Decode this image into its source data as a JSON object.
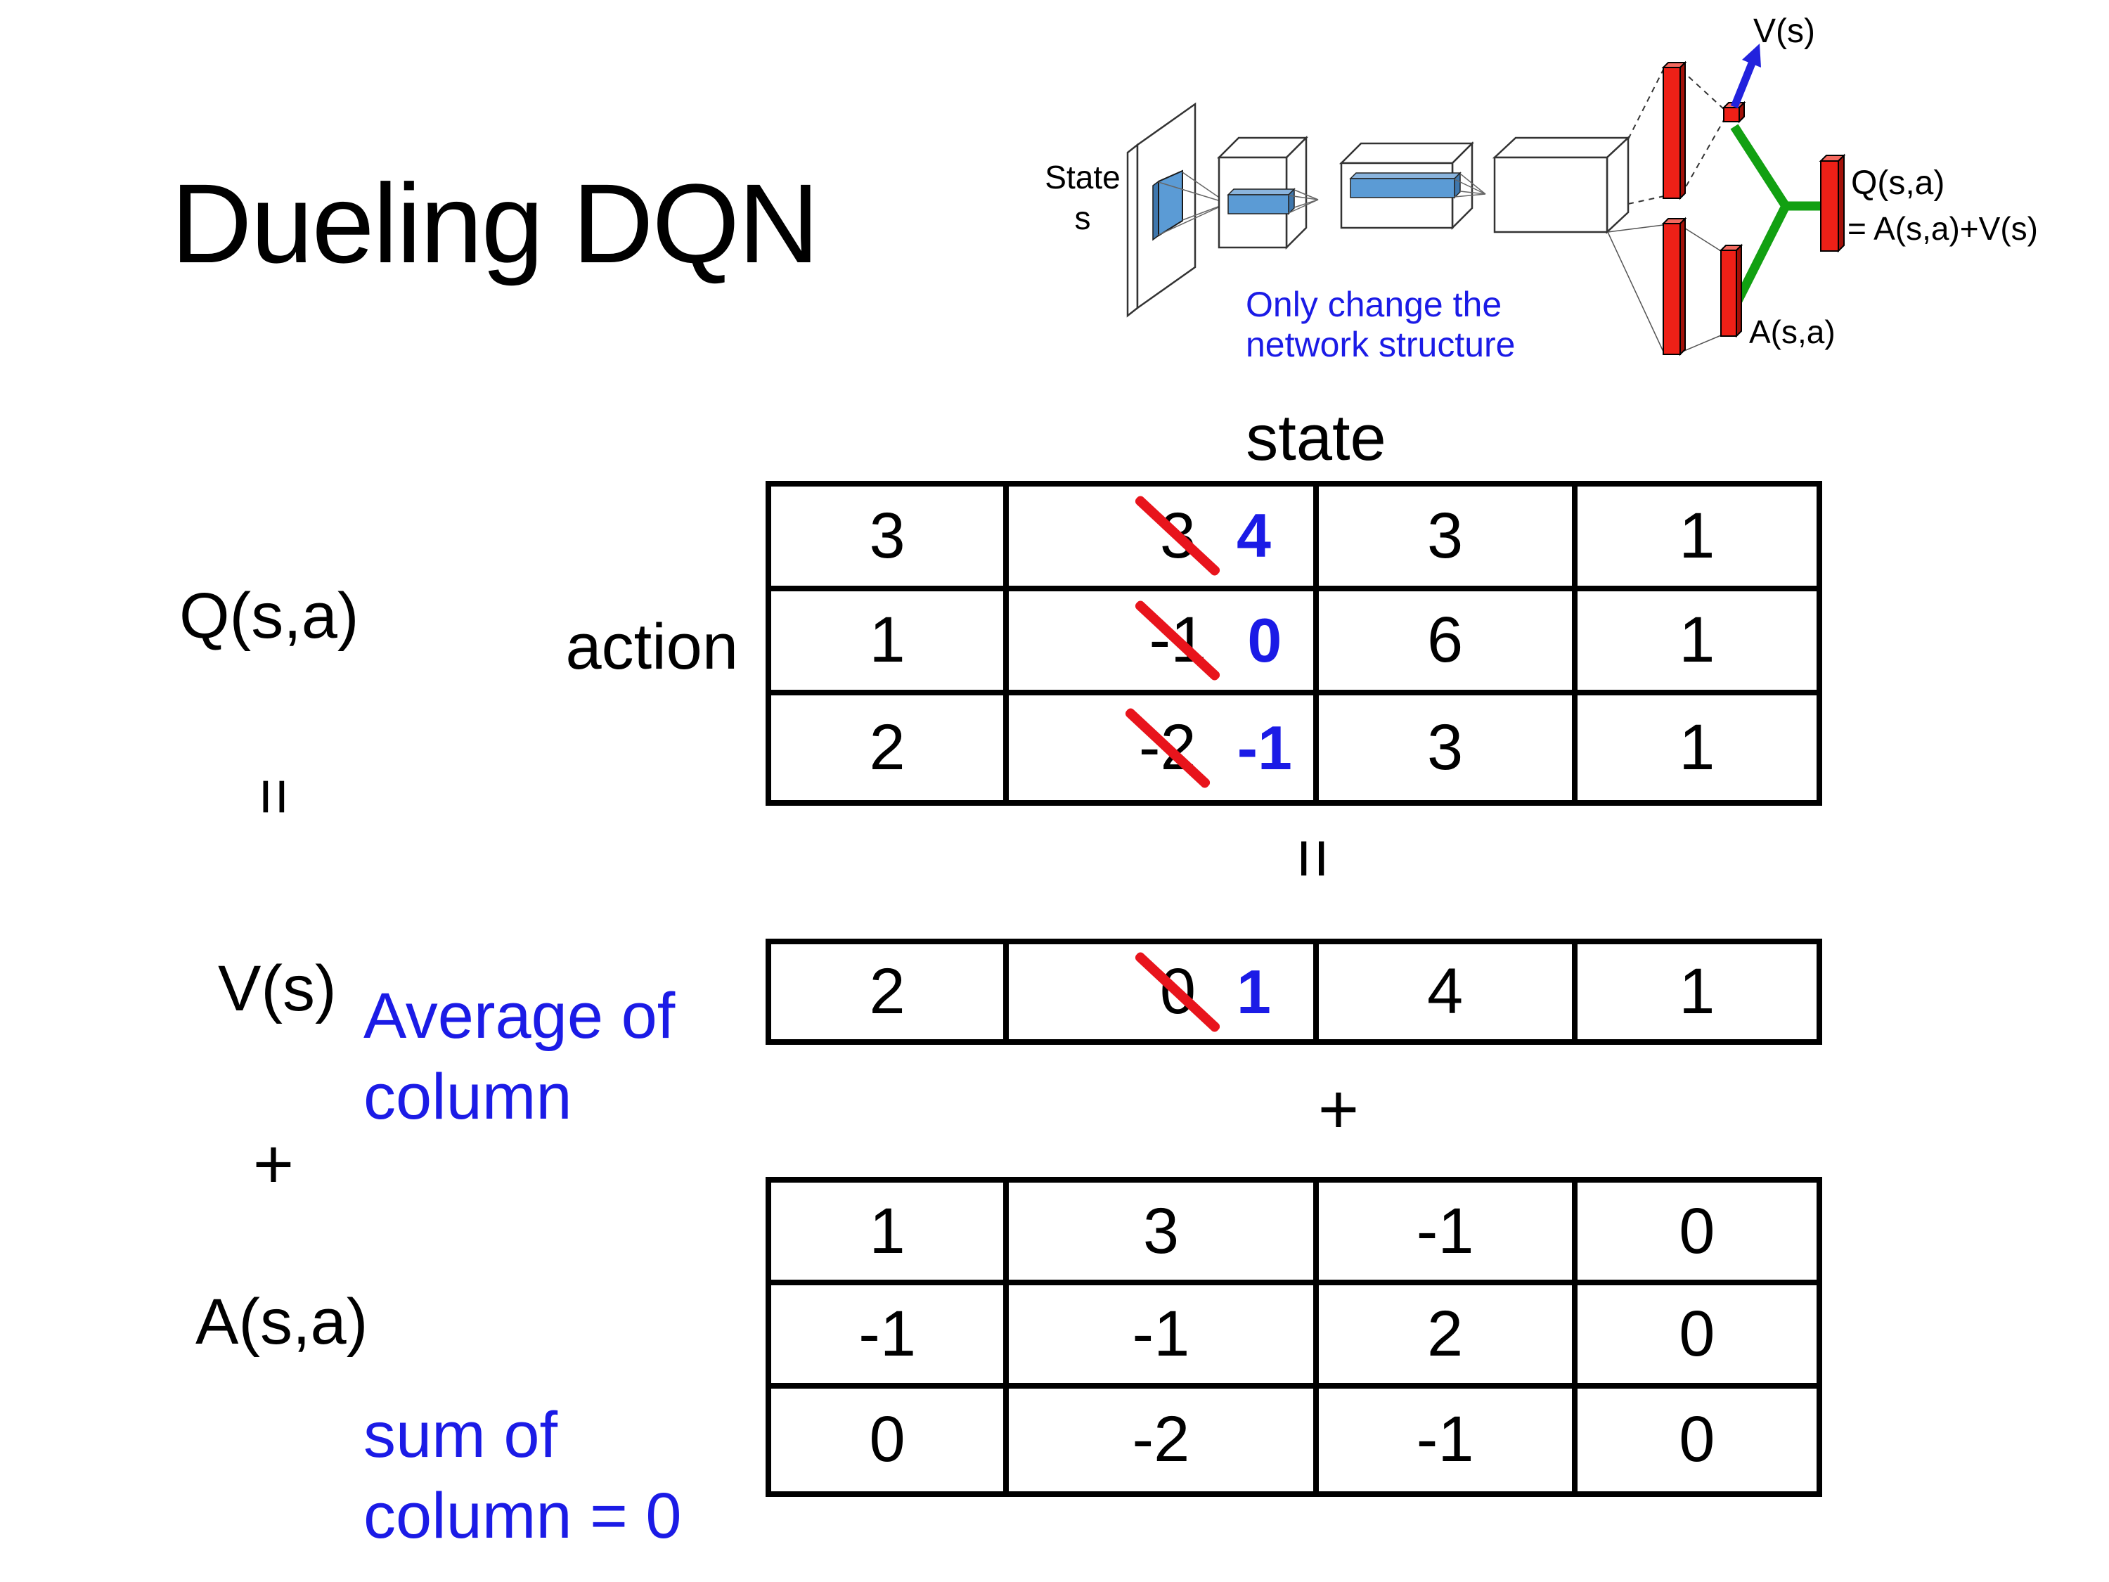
{
  "title": "Dueling DQN",
  "colors": {
    "accent_blue": "#1b1be6",
    "strike_red": "#e8141c",
    "bar_red": "#ee2017",
    "stream_green": "#12a012",
    "conv_blue": "#5b9bd5"
  },
  "diagram": {
    "input_label_line1": "State",
    "input_label_line2": "s",
    "note_line1": "Only change the",
    "note_line2": "network structure",
    "v_output_label": "V(s)",
    "q_output_label": "Q(s,a)",
    "q_output_formula": "= A(s,a)+V(s)",
    "a_output_label": "A(s,a)"
  },
  "decomposition": {
    "q_label": "Q(s,a)",
    "v_label": "V(s)",
    "a_label": "A(s,a)",
    "equals_left": "=",
    "equals_center": "=",
    "plus_left": "+",
    "plus_center": "+",
    "state_header": "state",
    "action_header": "action",
    "v_note_line1": "Average of",
    "v_note_line2": "column",
    "a_note_line1": "sum of",
    "a_note_line2": "column = 0"
  },
  "q_table": {
    "rows": [
      {
        "cells": [
          {
            "value": "3"
          },
          {
            "value": "3",
            "replaced": "4"
          },
          {
            "value": "3"
          },
          {
            "value": "1"
          }
        ]
      },
      {
        "cells": [
          {
            "value": "1"
          },
          {
            "value": "-1",
            "replaced": "0"
          },
          {
            "value": "6"
          },
          {
            "value": "1"
          }
        ]
      },
      {
        "cells": [
          {
            "value": "2"
          },
          {
            "value": "-2",
            "replaced": "-1"
          },
          {
            "value": "3"
          },
          {
            "value": "1"
          }
        ]
      }
    ]
  },
  "v_table": {
    "rows": [
      {
        "cells": [
          {
            "value": "2"
          },
          {
            "value": "0",
            "replaced": "1"
          },
          {
            "value": "4"
          },
          {
            "value": "1"
          }
        ]
      }
    ]
  },
  "a_table": {
    "rows": [
      {
        "cells": [
          {
            "value": "1"
          },
          {
            "value": "3"
          },
          {
            "value": "-1"
          },
          {
            "value": "0"
          }
        ]
      },
      {
        "cells": [
          {
            "value": "-1"
          },
          {
            "value": "-1"
          },
          {
            "value": "2"
          },
          {
            "value": "0"
          }
        ]
      },
      {
        "cells": [
          {
            "value": "0"
          },
          {
            "value": "-2"
          },
          {
            "value": "-1"
          },
          {
            "value": "0"
          }
        ]
      }
    ]
  }
}
